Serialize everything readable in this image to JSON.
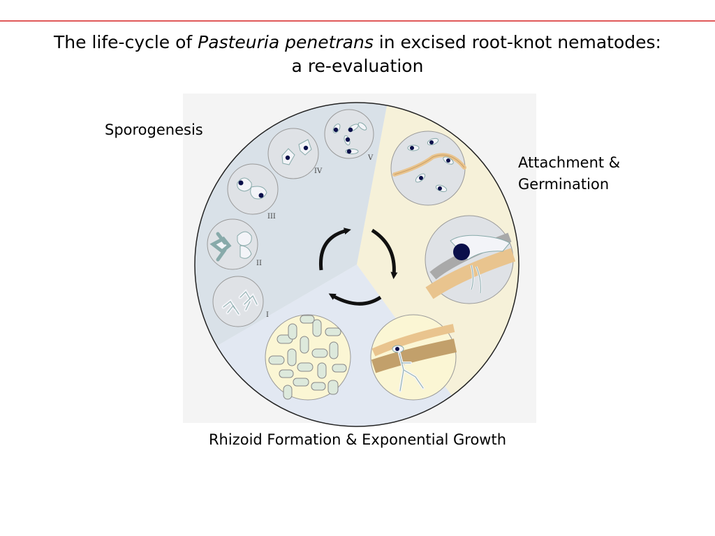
{
  "slide": {
    "title_line1_pre": "The life-cycle of ",
    "title_line1_italic": "Pasteuria penetrans",
    "title_line1_post": " in excised root-knot nematodes:",
    "title_line2": "a re-evaluation"
  },
  "labels": {
    "sporogenesis": "Sporogenesis",
    "attachment_line1": "Attachment &",
    "attachment_line2": "Germination",
    "rhizoid": "Rhizoid Formation & Exponential Growth"
  },
  "stages": [
    "I",
    "II",
    "III",
    "IV",
    "V"
  ],
  "colors": {
    "accent_rule": "#e05a5a",
    "sporogenesis_sector": "#d9e1e8",
    "attachment_sector": "#f6f1d9",
    "rhizoid_sector": "#e2e8f2",
    "inset_gray": "#dfe2e6",
    "inset_yellow": "#fbf6d4",
    "nematode_tan": "#e9c48e",
    "nucleus": "#0a0f4a"
  }
}
